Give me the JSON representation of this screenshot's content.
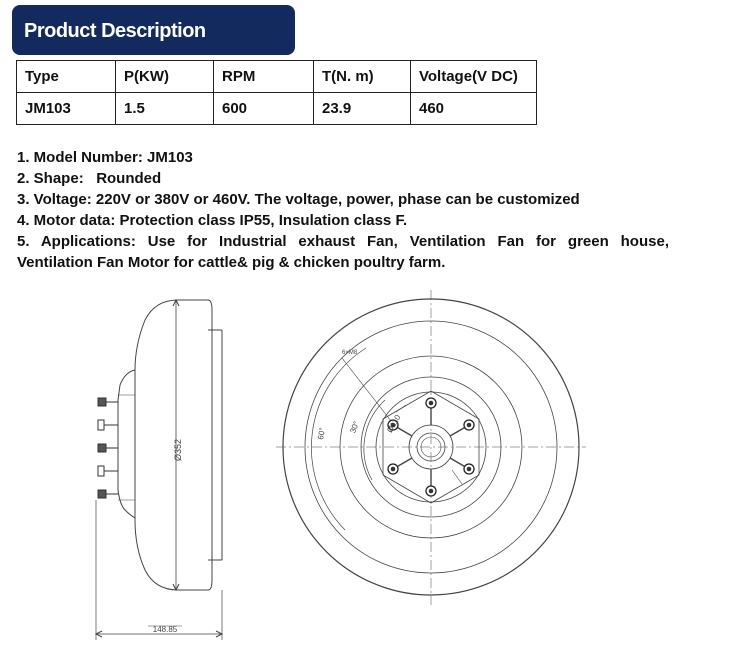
{
  "header": {
    "title": "Product Description"
  },
  "spec_table": {
    "headers": [
      "Type",
      "P(KW)",
      "RPM",
      "T(N. m)",
      "Voltage(V DC)"
    ],
    "row": [
      "JM103",
      "1.5",
      "600",
      "23.9",
      "460"
    ]
  },
  "description": {
    "line1": "1. Model Number: JM103",
    "line2": "2. Shape:   Rounded",
    "line3": "3. Voltage: 220V or 380V or 460V. The voltage, power, phase can be customized",
    "line4": "4. Motor data: Protection class IP55, Insulation class F.",
    "line5a": "5. Applications: Use for Industrial exhaust Fan, Ventilation Fan for green house,",
    "line5b": "Ventilation Fan Motor for cattle& pig & chicken poultry farm."
  },
  "drawing": {
    "diameter_label": "Ø352",
    "width_dim_label": "148.85",
    "angle_60_label": "60°",
    "angle_30_label": "30°",
    "bolt_note_label": "6×M8",
    "pcd_label": "Ø110"
  }
}
